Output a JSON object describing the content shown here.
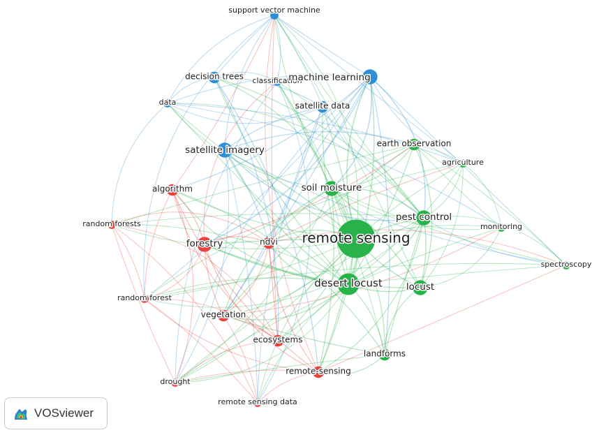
{
  "colors": {
    "blue": "#2f8fd6",
    "green": "#27b24a",
    "red": "#e8423f"
  },
  "brand": {
    "name": "VOSviewer"
  },
  "nodes": [
    {
      "id": "svm",
      "label": "support vector machine",
      "cluster": "blue",
      "weight": 1
    },
    {
      "id": "decision_trees",
      "label": "decision trees",
      "cluster": "blue",
      "weight": 2
    },
    {
      "id": "classification",
      "label": "classification",
      "cluster": "blue",
      "weight": 1
    },
    {
      "id": "machine_learning",
      "label": "machine learning",
      "cluster": "blue",
      "weight": 3
    },
    {
      "id": "data",
      "label": "data",
      "cluster": "blue",
      "weight": 1
    },
    {
      "id": "satellite_data",
      "label": "satellite data",
      "cluster": "blue",
      "weight": 2
    },
    {
      "id": "satellite_imagery",
      "label": "satellite imagery",
      "cluster": "blue",
      "weight": 3
    },
    {
      "id": "earth_observation",
      "label": "earth observation",
      "cluster": "green",
      "weight": 2
    },
    {
      "id": "agriculture",
      "label": "agriculture",
      "cluster": "green",
      "weight": 1
    },
    {
      "id": "soil_moisture",
      "label": "soil moisture",
      "cluster": "green",
      "weight": 3
    },
    {
      "id": "pest_control",
      "label": "pest control",
      "cluster": "green",
      "weight": 3
    },
    {
      "id": "monitoring",
      "label": "monitoring",
      "cluster": "green",
      "weight": 1
    },
    {
      "id": "remote_sensing",
      "label": "remote sensing",
      "cluster": "green",
      "weight": 10
    },
    {
      "id": "spectroscopy",
      "label": "spectroscopy",
      "cluster": "green",
      "weight": 1
    },
    {
      "id": "desert_locust",
      "label": "desert locust",
      "cluster": "green",
      "weight": 5
    },
    {
      "id": "locust",
      "label": "locust",
      "cluster": "green",
      "weight": 3
    },
    {
      "id": "landforms",
      "label": "landforms",
      "cluster": "green",
      "weight": 2
    },
    {
      "id": "algorithm",
      "label": "algorithm",
      "cluster": "red",
      "weight": 2
    },
    {
      "id": "random_forests",
      "label": "random forests",
      "cluster": "red",
      "weight": 1
    },
    {
      "id": "forestry",
      "label": "forestry",
      "cluster": "red",
      "weight": 3
    },
    {
      "id": "ndvi",
      "label": "ndvi",
      "cluster": "red",
      "weight": 2
    },
    {
      "id": "random_forest",
      "label": "random forest",
      "cluster": "red",
      "weight": 1
    },
    {
      "id": "vegetation",
      "label": "vegetation",
      "cluster": "red",
      "weight": 2
    },
    {
      "id": "ecosystems",
      "label": "ecosystems",
      "cluster": "red",
      "weight": 2
    },
    {
      "id": "drought",
      "label": "drought",
      "cluster": "red",
      "weight": 1
    },
    {
      "id": "remote_sensing_hy",
      "label": "remote-sensing",
      "cluster": "red",
      "weight": 2
    },
    {
      "id": "remote_sensing_data",
      "label": "remote sensing data",
      "cluster": "red",
      "weight": 1
    }
  ]
}
